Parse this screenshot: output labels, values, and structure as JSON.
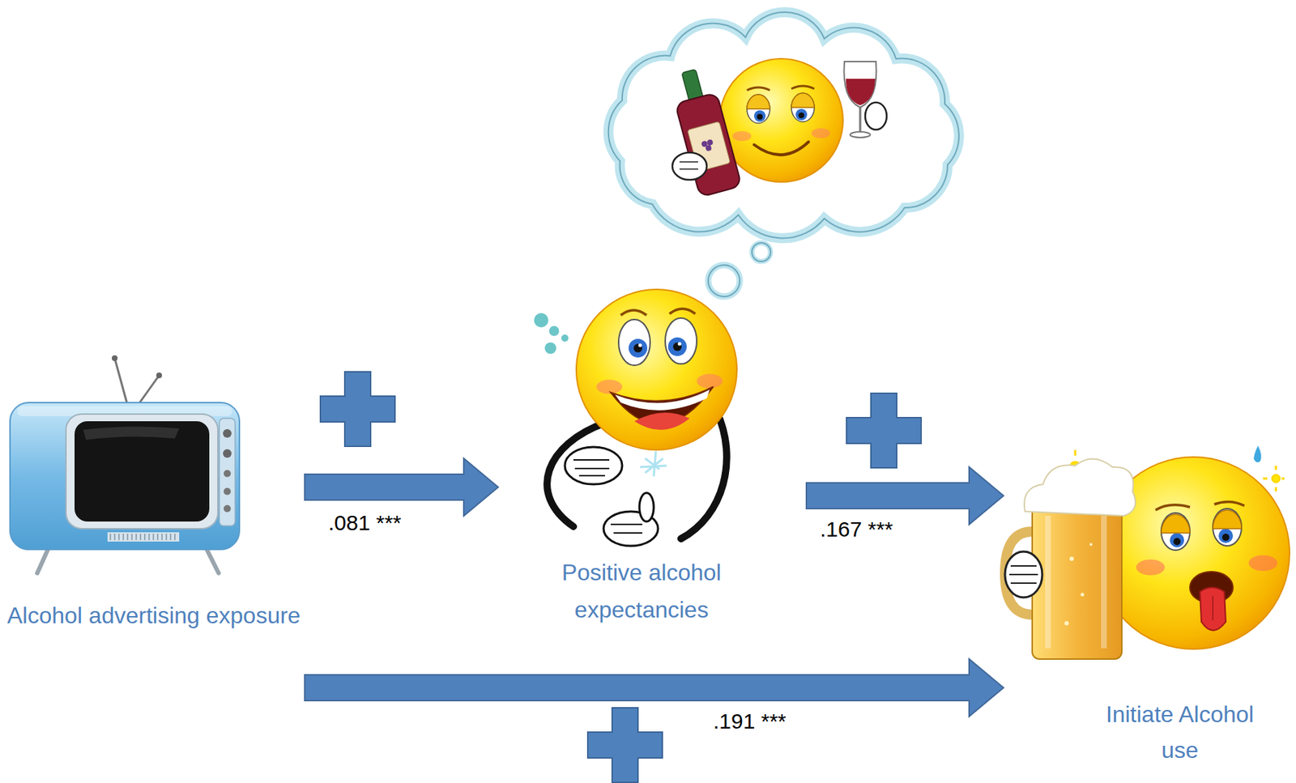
{
  "diagram": {
    "nodes": [
      {
        "text": [
          "Alcohol advertising exposure"
        ]
      },
      {
        "text": [
          "Positive alcohol expectancies"
        ]
      },
      {
        "text": [
          "Initiate Alcohol use"
        ]
      }
    ],
    "edges": [
      {
        "from": 0,
        "to": 1,
        "arrow": "to",
        "label": ".081 ***"
      },
      {
        "from": 1,
        "to": 2,
        "arrow": "to",
        "label": ".167 ***"
      },
      {
        "from": 0,
        "to": 2,
        "arrow": "to",
        "label": ".191 ***"
      }
    ]
  }
}
